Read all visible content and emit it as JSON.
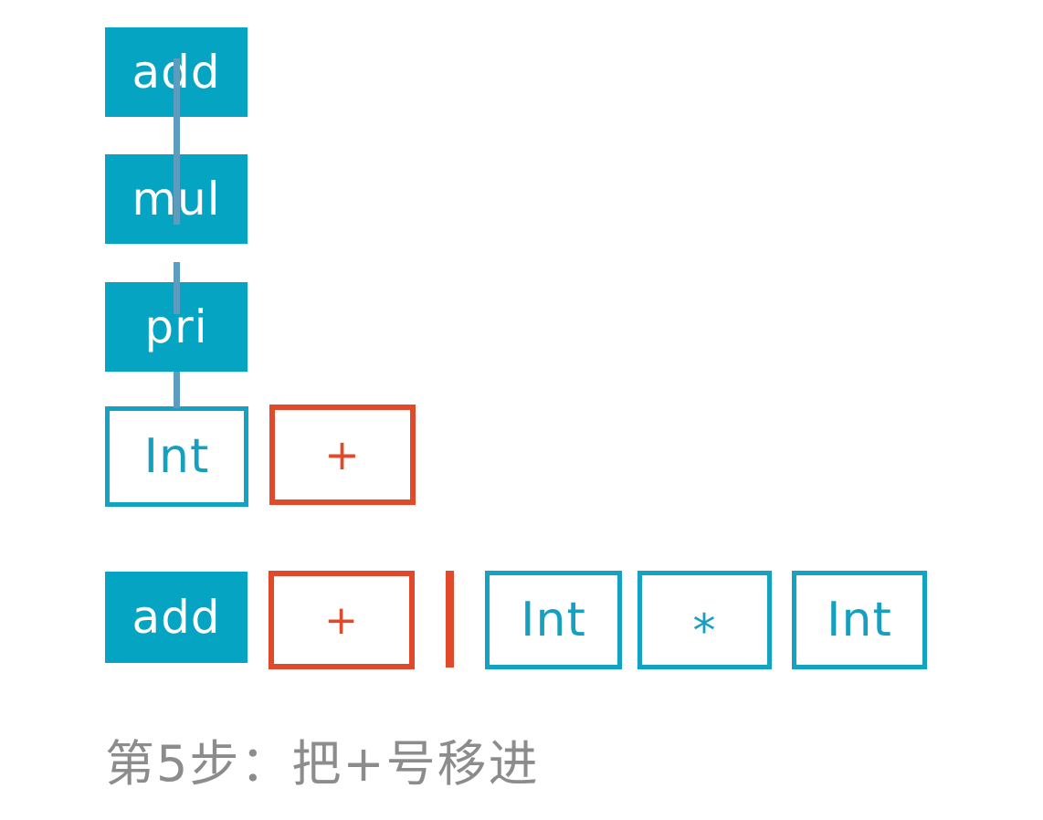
{
  "colors": {
    "node_fill_teal": "#05a4c2",
    "node_border_teal": "#13a3c2",
    "accent_orange": "#e0492a",
    "edge_blue": "#5c9dbf",
    "caption_gray": "#8c8c8c",
    "node_text_white": "#ffffff"
  },
  "stack": {
    "nodes": [
      {
        "label": "add",
        "style": "filled-teal"
      },
      {
        "label": "mul",
        "style": "filled-teal"
      },
      {
        "label": "pri",
        "style": "filled-teal"
      },
      {
        "label": "Int",
        "style": "outline-teal"
      }
    ],
    "pending_token": {
      "label": "+",
      "style": "outline-orange"
    }
  },
  "token_row": {
    "stack_node": {
      "label": "add",
      "style": "filled-teal"
    },
    "current_token": {
      "label": "+",
      "style": "outline-orange"
    },
    "divider": {
      "style": "orange-bar"
    },
    "remaining_tokens": [
      {
        "label": "Int",
        "style": "outline-teal"
      },
      {
        "label": "*",
        "style": "outline-teal"
      },
      {
        "label": "Int",
        "style": "outline-teal"
      }
    ]
  },
  "caption": {
    "text": "第5步：把+号移进"
  }
}
